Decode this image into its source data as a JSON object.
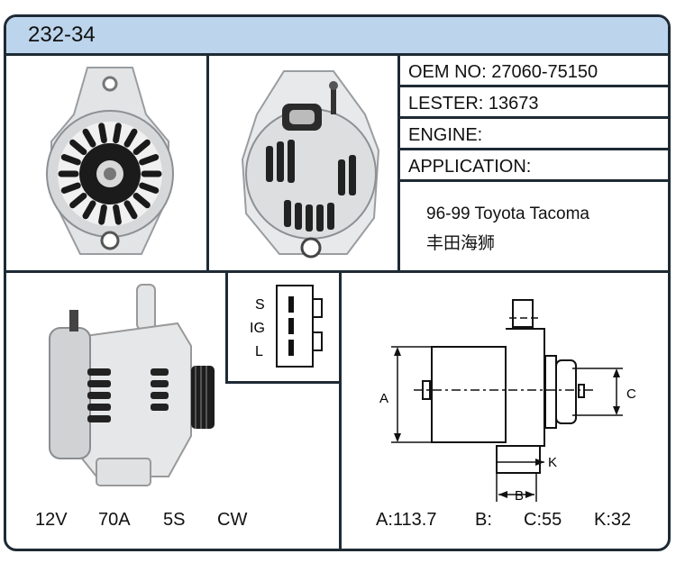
{
  "header": {
    "part_number": "232-34"
  },
  "info": {
    "oem_label": "OEM NO:",
    "oem_value": "27060-75150",
    "lester_label": "LESTER:",
    "lester_value": "13673",
    "engine_label": "ENGINE:",
    "application_label": "APPLICATION:",
    "application_lines": [
      "96-99 Toyota Tacoma",
      "丰田海狮"
    ]
  },
  "connector": {
    "pins": [
      "S",
      "IG",
      "L"
    ]
  },
  "specs": {
    "voltage": "12V",
    "amperage": "70A",
    "pulley": "5S",
    "rotation": "CW"
  },
  "dimensions": {
    "a": "A:113.7",
    "b": "B:",
    "c": "C:55",
    "k": "K:32",
    "label_a": "A",
    "label_b": "B",
    "label_c": "C",
    "label_k": "K"
  }
}
